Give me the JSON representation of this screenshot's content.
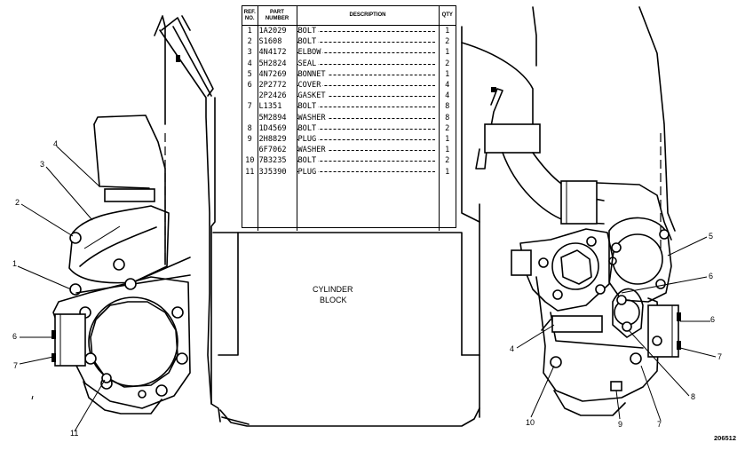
{
  "table": {
    "headers": {
      "ref": "REF. NO.",
      "part": "PART NUMBER",
      "desc": "DESCRIPTION",
      "qty": "QTY"
    },
    "rows": [
      {
        "ref": "1",
        "part": "1A2029",
        "desc": "BOLT",
        "qty": "1"
      },
      {
        "ref": "2",
        "part": "S1608",
        "desc": "BOLT",
        "qty": "2"
      },
      {
        "ref": "3",
        "part": "4N4172",
        "desc": "ELBOW",
        "qty": "1"
      },
      {
        "ref": "4",
        "part": "5H2824",
        "desc": "SEAL",
        "qty": "2"
      },
      {
        "ref": "5",
        "part": "4N7269",
        "desc": "BONNET",
        "qty": "1"
      },
      {
        "ref": "6",
        "part": "2P2772",
        "desc": "COVER",
        "qty": "4"
      },
      {
        "ref": "",
        "part": "2P2426",
        "desc": "GASKET",
        "qty": "4"
      },
      {
        "ref": "7",
        "part": "L1351",
        "desc": "BOLT",
        "qty": "8"
      },
      {
        "ref": "",
        "part": "5M2894",
        "desc": "WASHER",
        "qty": "8"
      },
      {
        "ref": "8",
        "part": "1D4569",
        "desc": "BOLT",
        "qty": "2"
      },
      {
        "ref": "9",
        "part": "2H8829",
        "desc": "PLUG",
        "qty": "1"
      },
      {
        "ref": "",
        "part": "6F7062",
        "desc": "WASHER",
        "qty": "1"
      },
      {
        "ref": "10",
        "part": "7B3235",
        "desc": "BOLT",
        "qty": "2"
      },
      {
        "ref": "11",
        "part": "3J5390",
        "desc": "PLUG",
        "qty": "1"
      }
    ]
  },
  "callouts": {
    "left": [
      "4",
      "3",
      "2",
      "1",
      "6",
      "7",
      "11"
    ],
    "right": [
      "5",
      "6",
      "6",
      "7",
      "4",
      "8",
      "7",
      "9",
      "10"
    ]
  },
  "block_label": {
    "line1": "CYLINDER",
    "line2": "BLOCK"
  },
  "figure_number": "206512"
}
